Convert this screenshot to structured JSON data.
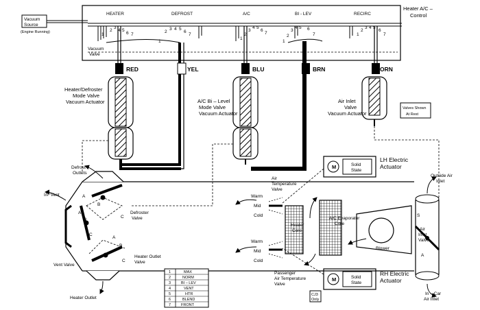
{
  "control": {
    "title_line1": "Heater A/C –",
    "title_line2": "Control",
    "modes": [
      "HEATER",
      "DEFROST",
      "A/C",
      "BI - LEV",
      "RECIRC"
    ],
    "port_numbers": [
      "1",
      "2",
      "3",
      "4",
      "5",
      "6",
      "7"
    ],
    "vacuum_valve_line1": "Vacuum",
    "vacuum_valve_line2": "Valve"
  },
  "vacuum_source": {
    "line1": "Vacuum",
    "line2": "Source",
    "note": "(Engine Running)"
  },
  "hoses": [
    "RED",
    "YEL",
    "BLU",
    "BRN",
    "ORN"
  ],
  "actuators": {
    "heater_defroster": [
      "Heater/Defroster",
      "Mode Valve",
      "Vacuum Actuator"
    ],
    "ac_bilevel": [
      "A/C Bi – Level",
      "Mode Valve",
      "Vacuum Actuator"
    ],
    "air_inlet": [
      "Air Inlet",
      "Valve",
      "Vacuum Actuator"
    ]
  },
  "rest_note": [
    "Valves Shown",
    "At Rest"
  ],
  "lh_actuator": {
    "title": [
      "LH Electric",
      "Actuator"
    ],
    "box": [
      "Solid",
      "State"
    ],
    "motor": "M"
  },
  "rh_actuator": {
    "title": [
      "RH Electric",
      "Actuator"
    ],
    "box": [
      "Solid",
      "State"
    ],
    "motor": "M"
  },
  "labels": {
    "defrost_outlets": [
      "Defrost",
      "Outlets"
    ],
    "ip_vent": "I/P Vent",
    "defroster_valve": [
      "Defroster",
      "Valve"
    ],
    "vent_valve": "Vent Valve",
    "heater_outlet_valve": [
      "Heater Outlet",
      "Valve"
    ],
    "heater_outlet": "Heater Outlet",
    "air_temp_valve": [
      "Air",
      "Temperature",
      "Valve"
    ],
    "passenger_temp_valve": [
      "Passenger",
      "Air Temperature",
      "Valve"
    ],
    "warm": "Warm",
    "mid": "Mid",
    "cold": "Cold",
    "heater_core": [
      "Heater",
      "Core"
    ],
    "evaporator_core": [
      "A/C Evaporator",
      "Core"
    ],
    "blower": "Blower",
    "outside_air_inlet": [
      "Outside Air",
      "Inlet"
    ],
    "air_inlet_valve": [
      "Air",
      "Inlet",
      "Valve"
    ],
    "in_car_inlet": [
      "In – Car",
      "Air Inlet"
    ],
    "cj3": [
      "CJ3",
      "Only"
    ],
    "letters": [
      "A",
      "B",
      "C"
    ],
    "inlet_letters": [
      "S",
      "A"
    ]
  },
  "legend": [
    [
      "1",
      "MAX"
    ],
    [
      "2",
      "NORM"
    ],
    [
      "3",
      "BI – LEV"
    ],
    [
      "4",
      "VENT"
    ],
    [
      "5",
      "HTR"
    ],
    [
      "6",
      "BLEND"
    ],
    [
      "7",
      "FRONT"
    ]
  ]
}
